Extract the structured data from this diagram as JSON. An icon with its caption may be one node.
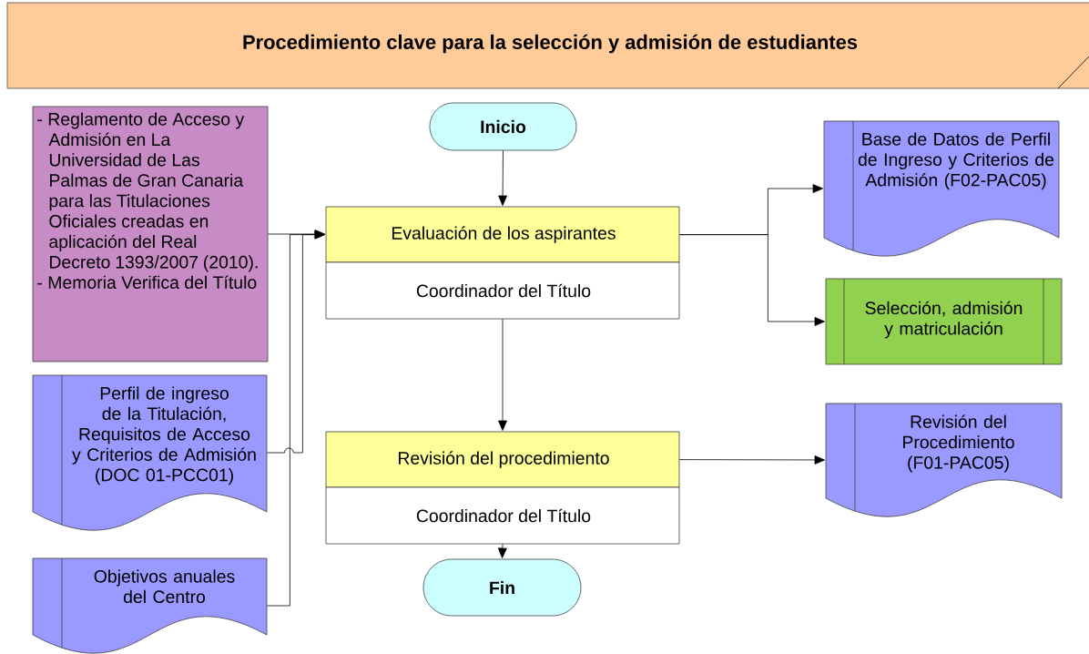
{
  "diagram": {
    "title": "Procedimiento clave para la selección y admisión de estudiantes",
    "nodes": [
      {
        "text": [
          "- Reglamento de Acceso y Admisión en La Universidad de Las Palmas de Gran Canaria para las Titulaciones Oficiales creadas en aplicación del Real Decreto 1393/2007 (2010).",
          "- Memoria Verifica del Título"
        ]
      },
      {
        "text": [
          "Inicio"
        ]
      },
      {
        "text": [
          "Evaluación de los aspirantes",
          "Coordinador del Título"
        ]
      },
      {
        "text": [
          "Base de Datos de Perfil de Ingreso y Criterios de Admisión (F02-PAC05)"
        ]
      },
      {
        "text": [
          "Selección, admisión y matriculación"
        ]
      },
      {
        "text": [
          "Perfil de ingreso de la Titulación, Requisitos de Acceso y Criterios de Admisión (DOC 01-PCC01)"
        ]
      },
      {
        "text": [
          "Revisión del procedimiento",
          "Coordinador del Título"
        ]
      },
      {
        "text": [
          "Revisión del Procedimiento (F01-PAC05)"
        ]
      },
      {
        "text": [
          "Objetivos anuales del Centro"
        ]
      },
      {
        "text": [
          "Fin"
        ]
      }
    ],
    "edges": [
      {
        "from": 1,
        "to": 2,
        "arrow": "to"
      },
      {
        "from": 0,
        "to": 2,
        "arrow": "to"
      },
      {
        "from": 5,
        "to": 2,
        "arrow": "to"
      },
      {
        "from": 8,
        "to": 2,
        "arrow": "to"
      },
      {
        "from": 2,
        "to": 3,
        "arrow": "to"
      },
      {
        "from": 2,
        "to": 4,
        "arrow": "to"
      },
      {
        "from": 2,
        "to": 6,
        "arrow": "to"
      },
      {
        "from": 6,
        "to": 7,
        "arrow": "to"
      },
      {
        "from": 6,
        "to": 9,
        "arrow": "to"
      }
    ]
  }
}
